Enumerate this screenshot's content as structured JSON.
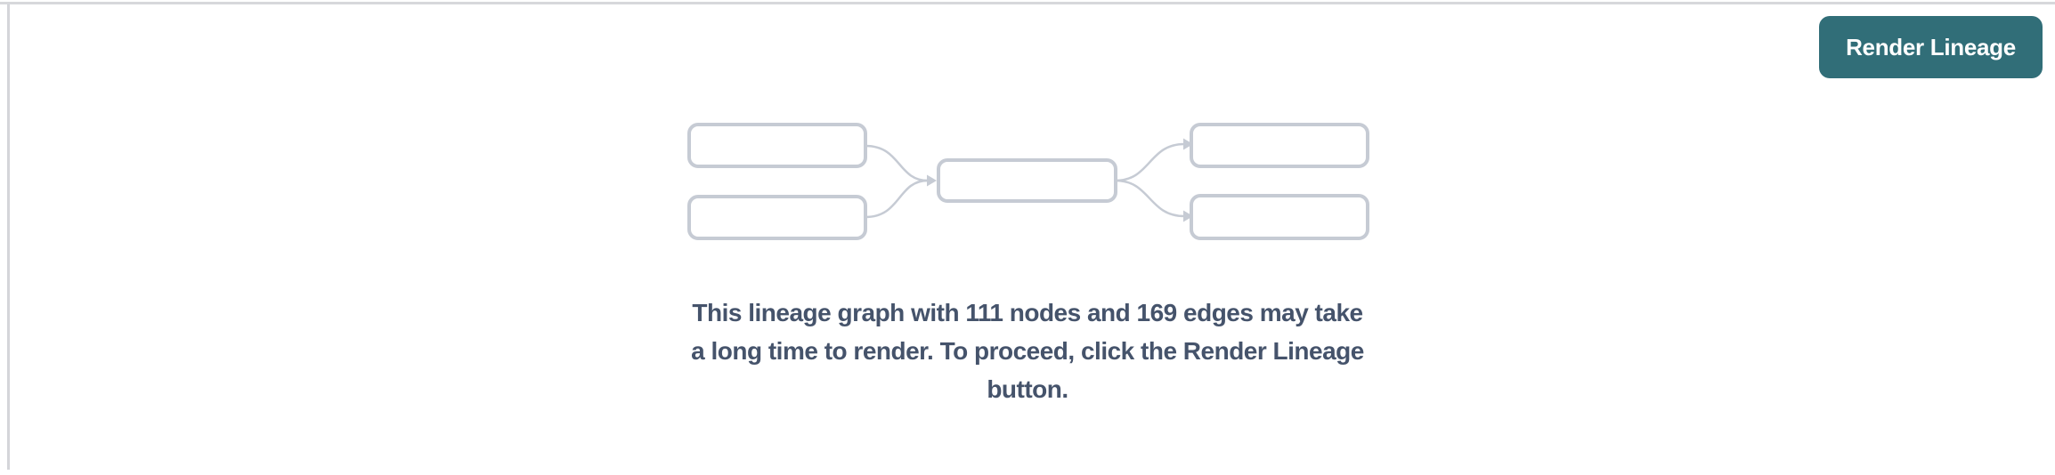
{
  "panel": {
    "background_color": "#ffffff",
    "border_color": "#d7d8db"
  },
  "toolbar": {
    "render_button_label": "Render Lineage",
    "render_button_color": "#316e78",
    "render_button_text_color": "#ffffff"
  },
  "empty_state": {
    "graphic": {
      "description": "placeholder lineage graph: two source nodes converging into one node, fanning out to two target nodes",
      "node_count_in_graphic": 5,
      "box_fill_color": "#ffffff",
      "box_border_color": "#c6cbd4",
      "arrow_color": "#c6cbd4"
    },
    "message_full": "This lineage graph with 111 nodes and 169 edges may take a long time to render. To proceed, click the Render Lineage button.",
    "message_lines": [
      "This lineage graph with 111 nodes and 169 edges may take",
      "a long time to render. To proceed, click the Render Lineage",
      "button."
    ],
    "node_count": "111",
    "edge_count": "169",
    "text_color": "#45536b"
  }
}
